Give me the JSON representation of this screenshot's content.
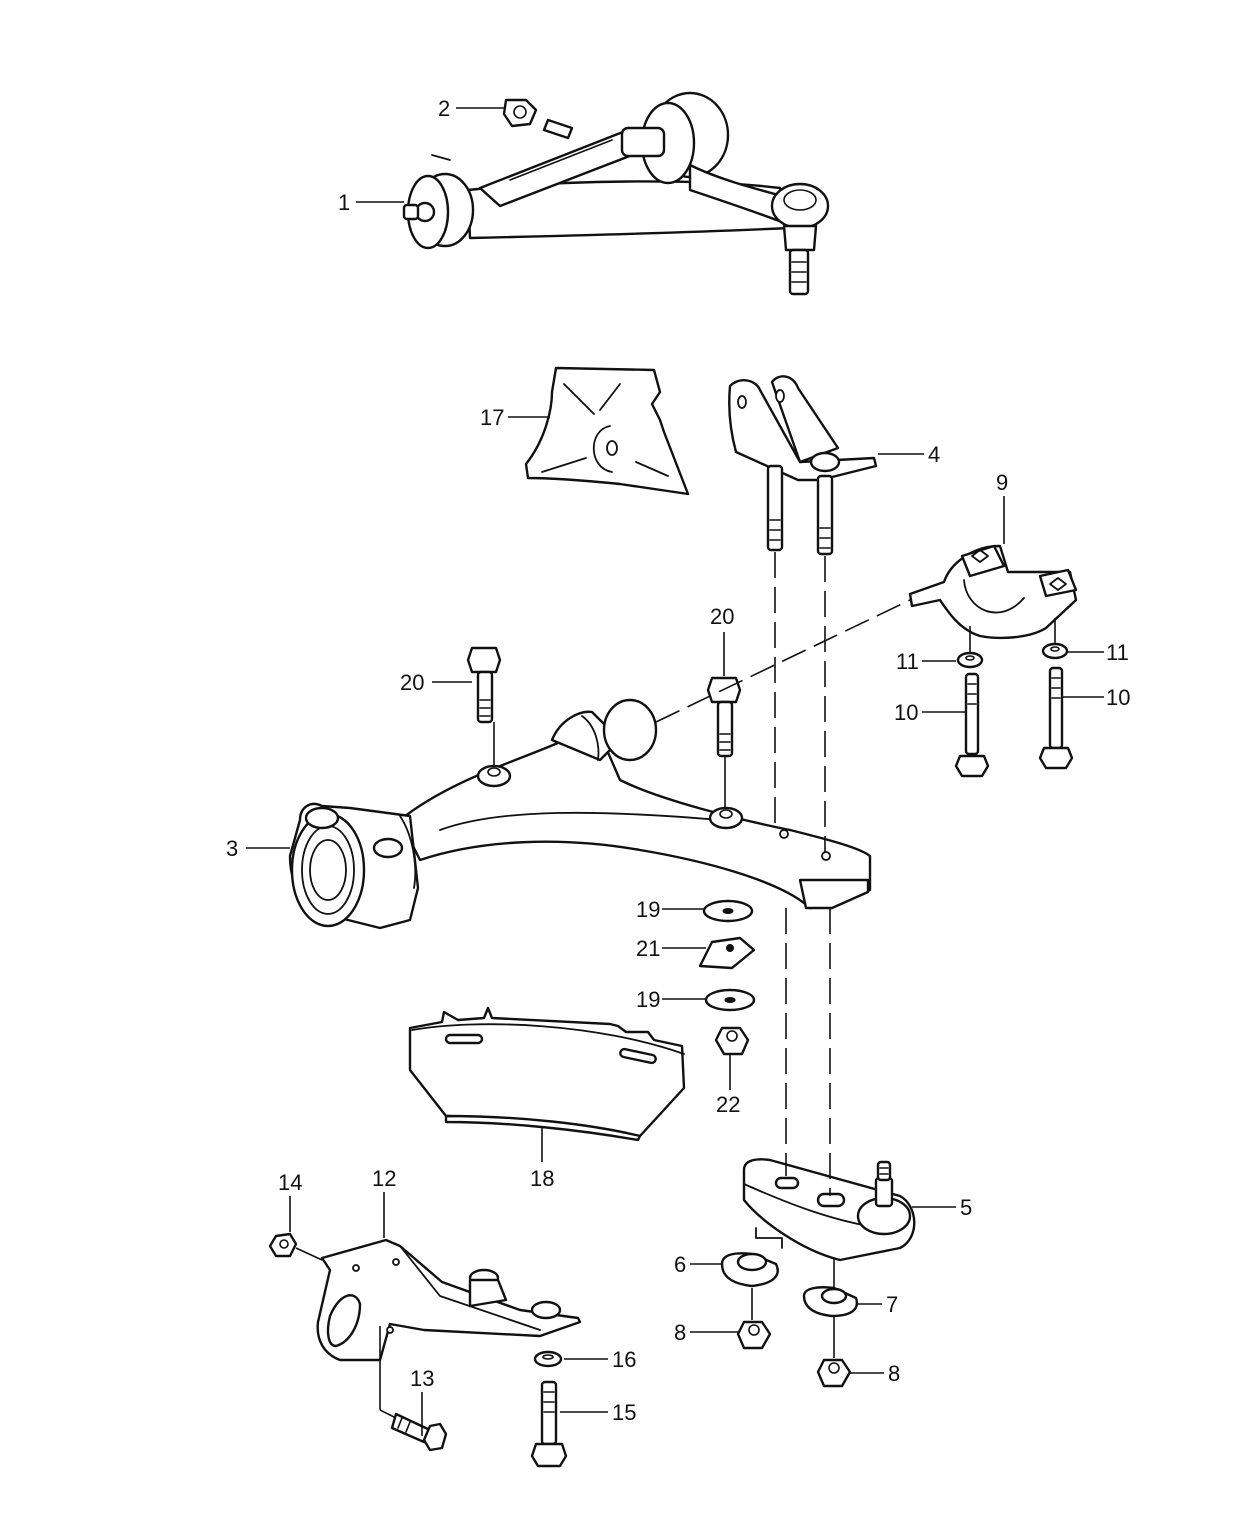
{
  "diagram": {
    "title": "Exploded view: front suspension control arms",
    "line_color": "#111111",
    "background": "#ffffff"
  },
  "callouts": {
    "c1": "1",
    "c2": "2",
    "c3": "3",
    "c4": "4",
    "c5": "5",
    "c6": "6",
    "c7": "7",
    "c8a": "8",
    "c8b": "8",
    "c9": "9",
    "c10a": "10",
    "c10b": "10",
    "c11a": "11",
    "c11b": "11",
    "c12": "12",
    "c13": "13",
    "c14": "14",
    "c15": "15",
    "c16": "16",
    "c17": "17",
    "c18": "18",
    "c19a": "19",
    "c19b": "19",
    "c20a": "20",
    "c20b": "20",
    "c21": "21",
    "c22": "22"
  },
  "parts": [
    {
      "number": "1",
      "name": "upper-control-arm"
    },
    {
      "number": "2",
      "name": "self-locking-nut"
    },
    {
      "number": "3",
      "name": "lower-control-arm"
    },
    {
      "number": "4",
      "name": "mounting-bracket-with-studs"
    },
    {
      "number": "5",
      "name": "ball-joint-plate"
    },
    {
      "number": "6",
      "name": "eccentric-washer"
    },
    {
      "number": "7",
      "name": "eccentric-washer"
    },
    {
      "number": "8",
      "name": "self-locking-nut"
    },
    {
      "number": "9",
      "name": "bearing-bracket"
    },
    {
      "number": "10",
      "name": "hex-bolt"
    },
    {
      "number": "11",
      "name": "washer"
    },
    {
      "number": "12",
      "name": "support-bracket"
    },
    {
      "number": "13",
      "name": "hex-bolt"
    },
    {
      "number": "14",
      "name": "nut"
    },
    {
      "number": "15",
      "name": "hex-bolt"
    },
    {
      "number": "16",
      "name": "washer"
    },
    {
      "number": "17",
      "name": "cover-plate"
    },
    {
      "number": "18",
      "name": "guard-plate"
    },
    {
      "number": "19",
      "name": "washer"
    },
    {
      "number": "20",
      "name": "hex-bolt"
    },
    {
      "number": "21",
      "name": "clip-nut"
    },
    {
      "number": "22",
      "name": "nut"
    }
  ]
}
